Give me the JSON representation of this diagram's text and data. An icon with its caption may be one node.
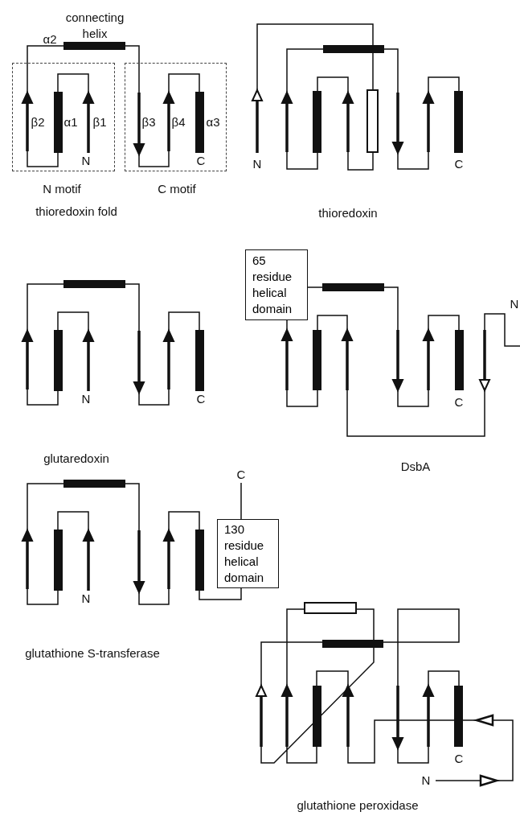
{
  "diagram": {
    "nodes": [
      {
        "text": [
          "N motif"
        ]
      },
      {
        "text": [
          "C motif"
        ]
      },
      {
        "text": [
          "65 residue helical domain"
        ]
      },
      {
        "text": [
          "130 residue helical domain"
        ]
      }
    ],
    "labels": [
      "connecting helix",
      "α2",
      "β2",
      "α1",
      "β1",
      "β3",
      "β4",
      "α3",
      "N",
      "C",
      "thioredoxin fold",
      "N",
      "C",
      "thioredoxin",
      "N",
      "N",
      "C",
      "C",
      "glutaredoxin",
      "DsbA",
      "C",
      "N",
      "glutathione S-transferase",
      "C",
      "N",
      "glutathione peroxidase"
    ]
  }
}
